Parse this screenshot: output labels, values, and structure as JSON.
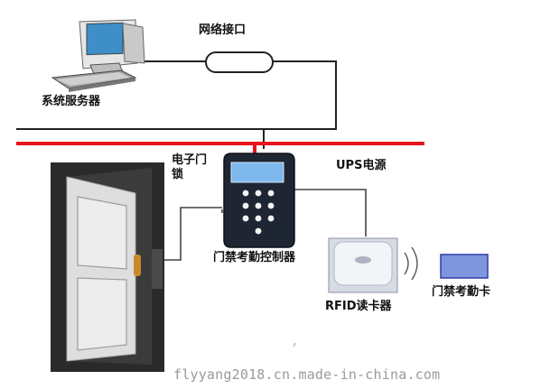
{
  "labels": {
    "server": "系统服务器",
    "network_port": "网络接口",
    "electric_lock_line1": "电子门",
    "electric_lock_line2": "锁",
    "ups_power": "UPS电源",
    "controller": "门禁考勤控制器",
    "rfid_reader": "RFID读卡器",
    "card": "门禁考勤卡"
  },
  "watermark": "flyyang2018.cn.made-in-china.com",
  "colors": {
    "power_line": "#e8141b",
    "network_line": "#222222",
    "door_frame": "#2a2a2a",
    "door_leaf": "#dedede",
    "controller_body": "#1f2633",
    "controller_screen": "#7fb8ec",
    "card_fill": "#7f95dd",
    "lock_gold": "#c8892a"
  },
  "icons": {
    "server": "desktop-computer-icon",
    "reader": "rfid-reader-icon",
    "card": "access-card-icon"
  }
}
